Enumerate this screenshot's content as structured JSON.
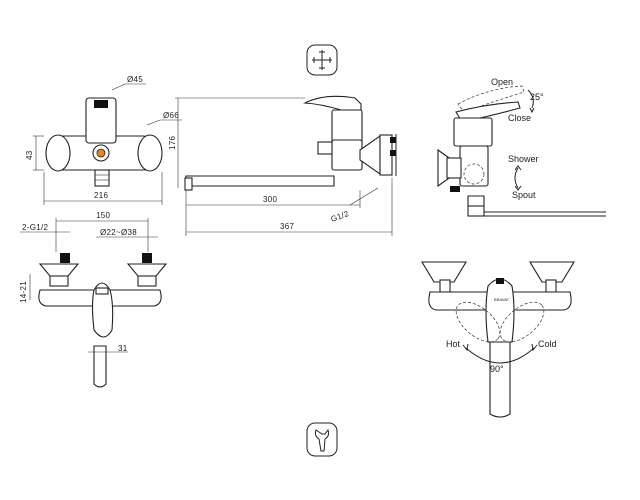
{
  "front_view": {
    "dims": {
      "d45": "Ø45",
      "d66": "Ø66",
      "h43": "43",
      "w216": "216"
    }
  },
  "side_view": {
    "dims": {
      "h176": "176",
      "l300": "300",
      "l367": "367",
      "g12": "G1/2"
    }
  },
  "top_view": {
    "dims": {
      "w150": "150",
      "g12": "2-G1/2",
      "d2238": "Ø22~Ø38",
      "h1421": "14-21",
      "d31": "31"
    }
  },
  "lever_detail": {
    "open": "Open",
    "angle": "25°",
    "close": "Close",
    "shower": "Shower",
    "spout": "Spout"
  },
  "rotation_detail": {
    "hot": "Hot",
    "cold": "Cold",
    "angle": "90°",
    "brand": "BRAVAT"
  },
  "icons": {
    "top": "cross-mount-icon",
    "bottom": "wrench-icon"
  }
}
